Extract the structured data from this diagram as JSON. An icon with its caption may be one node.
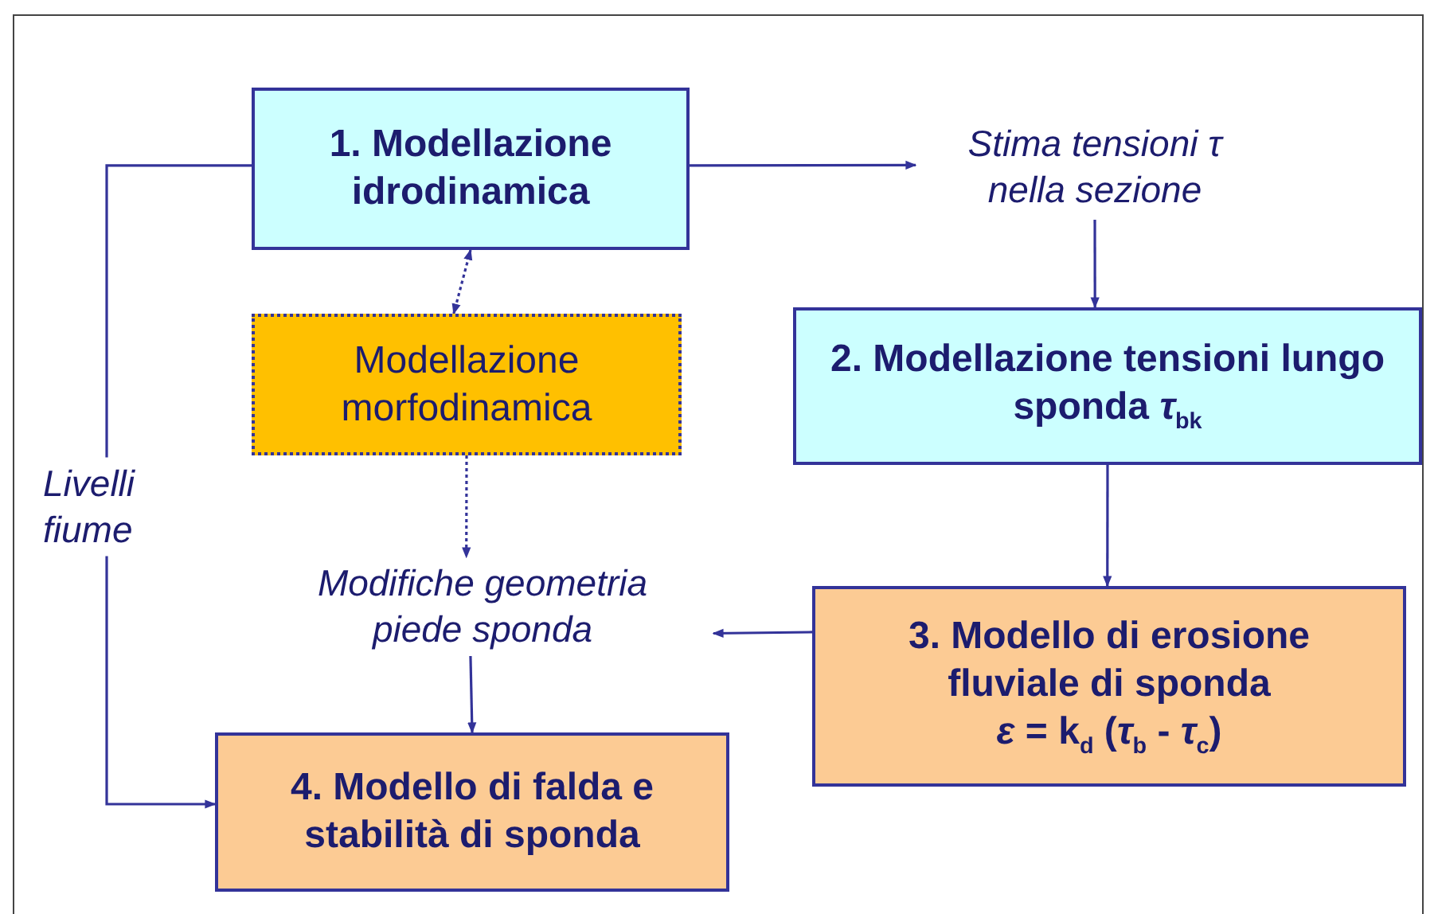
{
  "diagram": {
    "nodes": [
      {
        "text": [
          "1. Modellazione idrodinamica"
        ]
      },
      {
        "text": [
          "Stima tensioni τ nella sezione"
        ]
      },
      {
        "text": [
          "Modellazione morfodinamica"
        ]
      },
      {
        "text": [
          "2. Modellazione tensioni lungo sponda *τ*$_{bk}$"
        ]
      },
      {
        "text": [
          "Modifiche geometria piede sponda"
        ]
      },
      {
        "text": [
          "3. Modello di erosione fluviale di sponda",
          "*ε* = k$_{d}$ (*τ*$_{b}$ - *τ*$_{c}$)"
        ]
      },
      {
        "text": [
          "4. Modello di falda e stabilità di sponda"
        ]
      }
    ],
    "edges": [
      {
        "from": 0,
        "to": 1,
        "arrow": "to"
      },
      {
        "from": 1,
        "to": 3,
        "arrow": "to"
      },
      {
        "from": 0,
        "to": 2,
        "arrow": "both",
        "style": "dashed"
      },
      {
        "from": 2,
        "to": 4,
        "arrow": "to",
        "style": "dashed"
      },
      {
        "from": 3,
        "to": 5,
        "arrow": "to"
      },
      {
        "from": 5,
        "to": 4,
        "arrow": "to"
      },
      {
        "from": 4,
        "to": 6,
        "arrow": "to"
      },
      {
        "from": 0,
        "to": 6,
        "arrow": "to",
        "label": "Livelli fiume"
      }
    ]
  }
}
